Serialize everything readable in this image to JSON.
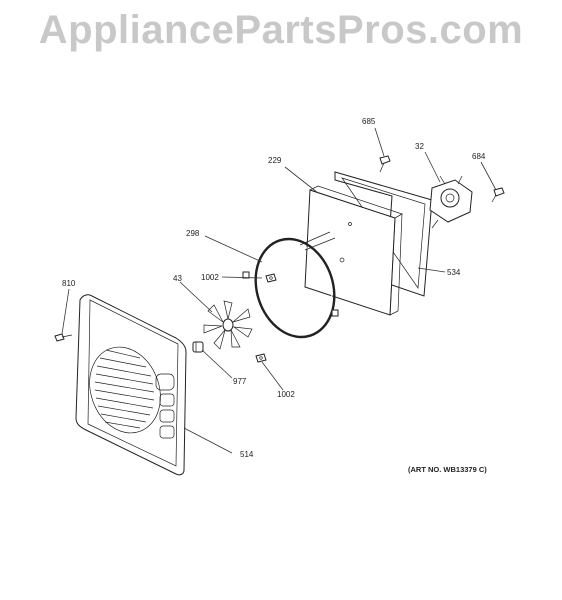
{
  "watermark": "AppliancePartsPros.com",
  "art_number": "(ART NO. WB13379 C)",
  "callouts": [
    {
      "id": "685",
      "text": "685"
    },
    {
      "id": "229",
      "text": "229"
    },
    {
      "id": "32",
      "text": "32"
    },
    {
      "id": "684",
      "text": "684"
    },
    {
      "id": "298",
      "text": "298"
    },
    {
      "id": "1002a",
      "text": "1002"
    },
    {
      "id": "534",
      "text": "534"
    },
    {
      "id": "810",
      "text": "810"
    },
    {
      "id": "43",
      "text": "43"
    },
    {
      "id": "977",
      "text": "977"
    },
    {
      "id": "1002b",
      "text": "1002"
    },
    {
      "id": "514",
      "text": "514"
    }
  ]
}
